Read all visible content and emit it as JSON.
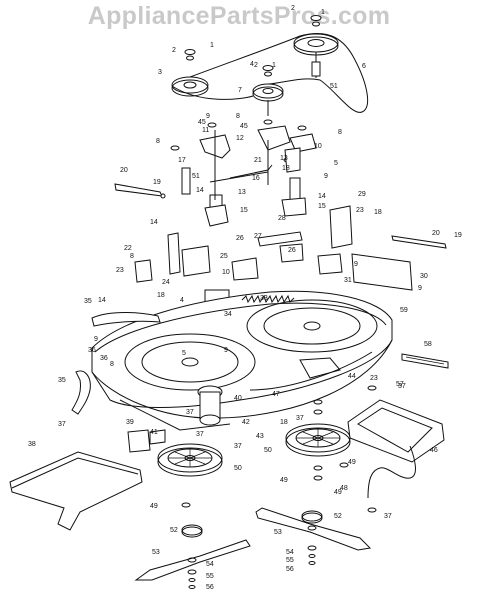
{
  "watermark": "AppliancePartsPros.com",
  "callouts": [
    "1",
    "2",
    "3",
    "4",
    "5",
    "6",
    "7",
    "8",
    "9",
    "10",
    "11",
    "12",
    "13",
    "14",
    "15",
    "16",
    "17",
    "18",
    "19",
    "20",
    "21",
    "22",
    "23",
    "24",
    "25",
    "26",
    "27",
    "28",
    "29",
    "30",
    "31",
    "33",
    "34",
    "35",
    "36",
    "37",
    "38",
    "39",
    "40",
    "41",
    "42",
    "43",
    "44",
    "45",
    "46",
    "47",
    "48",
    "49",
    "50",
    "51",
    "52",
    "53",
    "54",
    "55",
    "56",
    "57",
    "58",
    "59"
  ],
  "legend": []
}
